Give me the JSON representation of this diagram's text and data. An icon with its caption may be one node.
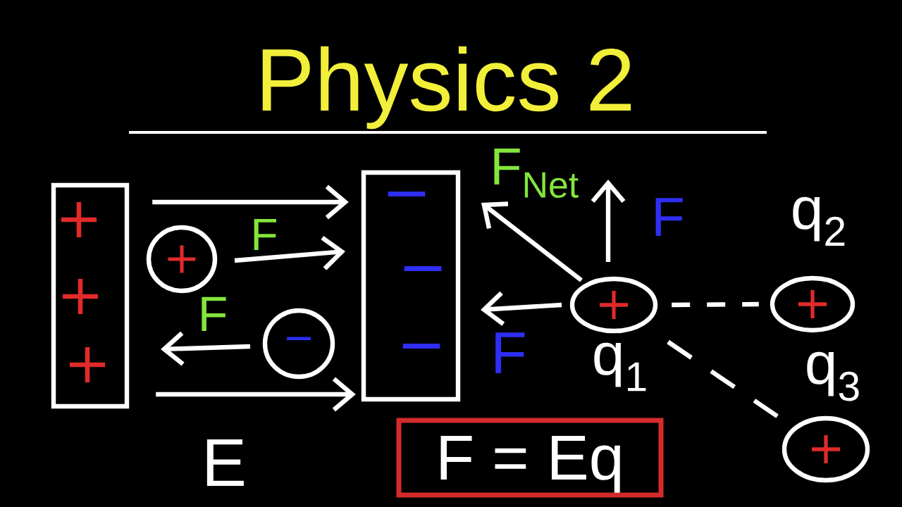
{
  "diagram": {
    "title": "Physics 2",
    "nodes": [
      {
        "text": [
          "+",
          "+",
          "+"
        ]
      },
      {
        "text": [
          "−",
          "−",
          "−"
        ]
      },
      {
        "text": [
          "+"
        ]
      },
      {
        "text": [
          "−"
        ]
      },
      {
        "text": [
          "+"
        ],
        "beside": [
          "q$_{1}$"
        ]
      },
      {
        "text": [
          "+"
        ],
        "beside": [
          "q$_{2}$"
        ]
      },
      {
        "text": [
          "+"
        ],
        "beside": [
          "q$_{3}$"
        ]
      },
      {
        "text": [
          "F = Eq"
        ]
      }
    ],
    "edges": [
      {
        "from": 0,
        "to": 1,
        "arrow": "to"
      },
      {
        "from": 0,
        "to": 1,
        "arrow": "to"
      },
      {
        "from": 4,
        "to": 5,
        "arrow": "none",
        "style": "dashed"
      },
      {
        "from": 4,
        "to": 6,
        "arrow": "none",
        "style": "dashed"
      }
    ],
    "labels": [
      "F$_{Net}$",
      "F",
      "F",
      "F",
      "F",
      "E"
    ]
  }
}
